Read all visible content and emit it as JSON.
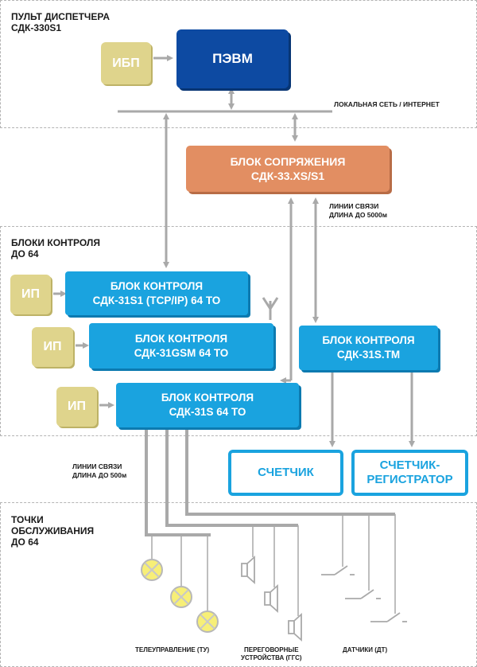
{
  "zones": {
    "dispatcher": {
      "line1": "ПУЛЬТ ДИСПЕТЧЕРА",
      "line2": "СДК-330S1"
    },
    "controllers": {
      "line1": "БЛОКИ КОНТРОЛЯ",
      "line2": "ДО 64"
    },
    "service_points": {
      "line1": "ТОЧКИ",
      "line2": "ОБСЛУЖИВАНИЯ",
      "line3": "ДО 64"
    }
  },
  "blocks": {
    "ups": "ИБП",
    "pc": "ПЭВМ",
    "interface": {
      "line1": "БЛОК СОПРЯЖЕНИЯ",
      "line2": "СДК-33.XS/S1"
    },
    "psu_label": "ИП",
    "ctrl_tcp": {
      "line1": "БЛОК КОНТРОЛЯ",
      "line2": "СДК-31S1 (TCP/IP)  64 ТО"
    },
    "ctrl_gsm": {
      "line1": "БЛОК КОНТРОЛЯ",
      "line2": "СДК-31GSM  64 ТО"
    },
    "ctrl_31s": {
      "line1": "БЛОК КОНТРОЛЯ",
      "line2": "СДК-31S  64 ТО"
    },
    "ctrl_tm": {
      "line1": "БЛОК КОНТРОЛЯ",
      "line2": "СДК-31S.TM"
    },
    "counter": "СЧЕТЧИК",
    "counter_reg": {
      "line1": "СЧЕТЧИК-",
      "line2": "РЕГИСТРАТОР"
    }
  },
  "notes": {
    "network": "ЛОКАЛЬНАЯ СЕТЬ / ИНТЕРНЕТ",
    "link_5000": {
      "line1": "ЛИНИИ СВЯЗИ",
      "line2": "ДЛИНА ДО 5000м"
    },
    "link_500": {
      "line1": "ЛИНИИ СВЯЗИ",
      "line2": "ДЛИНА ДО 500м"
    }
  },
  "captions": {
    "telecontrol": "ТЕЛЕУПРАВЛЕНИЕ (ТУ)",
    "intercom": {
      "line1": "ПЕРЕГОВОРНЫЕ",
      "line2": "УСТРОЙСТВА (ГГС)"
    },
    "sensors": "ДАТЧИКИ (ДТ)"
  },
  "colors": {
    "pc": "#0d4aa2",
    "controller": "#1aa3df",
    "interface": "#e28e62",
    "power": "#dfd48c",
    "wire": "#a9a9a9",
    "lamp": "#f7ef77"
  }
}
